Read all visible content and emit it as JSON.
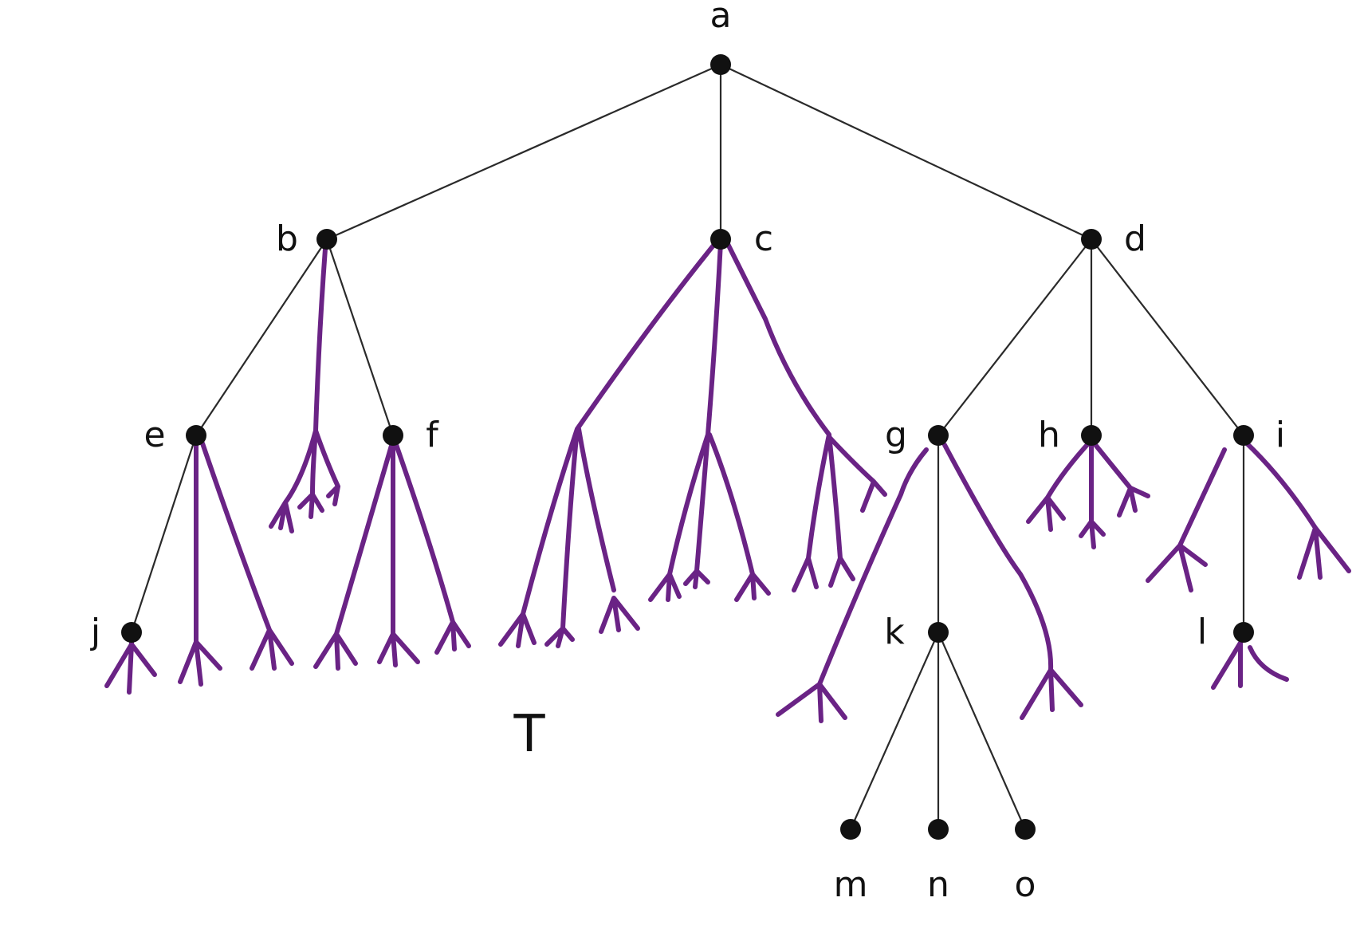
{
  "colors": {
    "ink": "#111111",
    "edge": "#2a2a2a",
    "annotation": "#6a2385"
  },
  "tree": {
    "caption": "T",
    "nodes": [
      {
        "id": "a",
        "label": "a"
      },
      {
        "id": "b",
        "label": "b"
      },
      {
        "id": "c",
        "label": "c"
      },
      {
        "id": "d",
        "label": "d"
      },
      {
        "id": "e",
        "label": "e"
      },
      {
        "id": "f",
        "label": "f"
      },
      {
        "id": "g",
        "label": "g"
      },
      {
        "id": "h",
        "label": "h"
      },
      {
        "id": "i",
        "label": "i"
      },
      {
        "id": "j",
        "label": "j"
      },
      {
        "id": "k",
        "label": "k"
      },
      {
        "id": "l",
        "label": "l"
      },
      {
        "id": "m",
        "label": "m"
      },
      {
        "id": "n",
        "label": "n"
      },
      {
        "id": "o",
        "label": "o"
      }
    ],
    "edges": [
      [
        "a",
        "b"
      ],
      [
        "a",
        "c"
      ],
      [
        "a",
        "d"
      ],
      [
        "b",
        "e"
      ],
      [
        "b",
        "f"
      ],
      [
        "d",
        "g"
      ],
      [
        "d",
        "h"
      ],
      [
        "d",
        "i"
      ],
      [
        "e",
        "j"
      ],
      [
        "g",
        "k"
      ],
      [
        "i",
        "l"
      ],
      [
        "k",
        "m"
      ],
      [
        "k",
        "n"
      ],
      [
        "k",
        "o"
      ]
    ]
  }
}
